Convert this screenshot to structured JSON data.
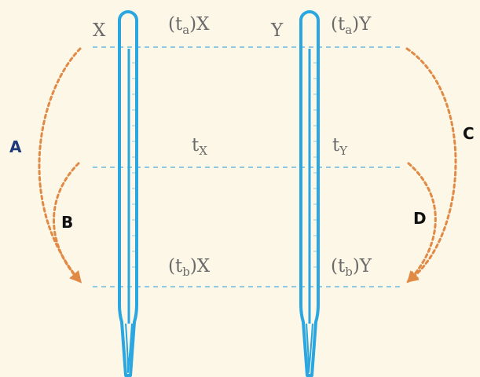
{
  "thermometers": [
    {
      "name": "X",
      "top_label": {
        "pre": "(t",
        "sub": "a",
        "post": ")X"
      },
      "mid_label": {
        "main": "t",
        "sub": "X"
      },
      "bottom_label": {
        "pre": "(t",
        "sub": "b",
        "post": ")X"
      }
    },
    {
      "name": "Y",
      "top_label": {
        "pre": "(t",
        "sub": "a",
        "post": ")Y"
      },
      "mid_label": {
        "main": "t",
        "sub": "Y"
      },
      "bottom_label": {
        "pre": "(t",
        "sub": "b",
        "post": ")Y"
      }
    }
  ],
  "arrows": [
    {
      "label": "A",
      "color": "#1f3a7a"
    },
    {
      "label": "B",
      "color": "#111111"
    },
    {
      "label": "C",
      "color": "#111111"
    },
    {
      "label": "D",
      "color": "#111111"
    }
  ],
  "colors": {
    "background": "#fdf7e7",
    "thermometer": "#2aa6e0",
    "guide_line": "#6fb9df",
    "arrow": "#e08a45",
    "text": "#6a6a6a"
  }
}
